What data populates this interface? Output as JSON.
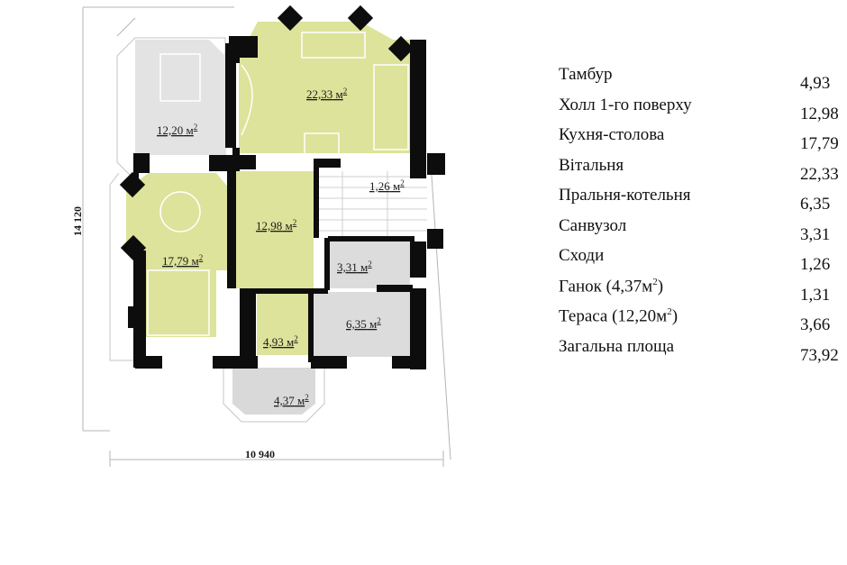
{
  "plan": {
    "dimension_width": "10 940",
    "dimension_height": "14 120",
    "area_unit": "м",
    "area_exp": "2",
    "rooms": [
      {
        "area": "22,33",
        "name": "Вітальня"
      },
      {
        "area": "12,20",
        "name": "Тераса"
      },
      {
        "area": "1,26",
        "name": "Сходи"
      },
      {
        "area": "12,98",
        "name": "Холл 1-го поверху"
      },
      {
        "area": "17,79",
        "name": "Кухня-столова"
      },
      {
        "area": "3,31",
        "name": "Санвузол"
      },
      {
        "area": "6,35",
        "name": "Пральня-котельня"
      },
      {
        "area": "4,93",
        "name": "Тамбур"
      },
      {
        "area": "4,37",
        "name": "Ганок"
      }
    ]
  },
  "legend": {
    "rows": [
      {
        "label": "Тамбур",
        "value": "4,93"
      },
      {
        "label": "Холл 1-го поверху",
        "value": "12,98"
      },
      {
        "label": "Кухня-столова",
        "value": "17,79"
      },
      {
        "label": "Вітальня",
        "value": "22,33"
      },
      {
        "label": "Пральня-котельня",
        "value": "6,35"
      },
      {
        "label": "Санвузол",
        "value": "3,31"
      },
      {
        "label": "Сходи",
        "value": "1,26"
      },
      {
        "label": "Ганок (4,37м",
        "label_sup": "2",
        "label_tail": ")",
        "value": "1,31"
      },
      {
        "label": "Тераса (12,20м",
        "label_sup": "2",
        "label_tail": ")",
        "value": "3,66"
      },
      {
        "label": "Загальна площа",
        "value": "73,92"
      }
    ]
  },
  "colors": {
    "room_fill": "#dde39a",
    "terrace_fill": "#e3e3e3",
    "service_fill": "#dcdcdc",
    "wall": "#0d0d0d",
    "line": "#9a9a9a"
  }
}
